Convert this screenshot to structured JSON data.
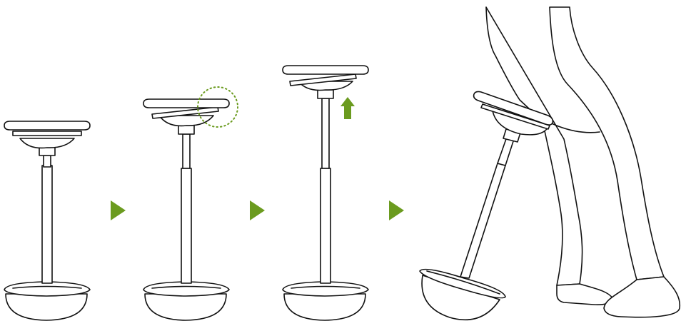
{
  "diagram": {
    "steps": [
      {
        "id": 1,
        "state": "stool at rest"
      },
      {
        "id": 2,
        "state": "lever under seat highlighted"
      },
      {
        "id": 3,
        "state": "seat raised"
      },
      {
        "id": 4,
        "state": "person perching, stool tilted"
      }
    ],
    "colors": {
      "accent": "#6b9b1f",
      "outline": "#111111",
      "background": "#ffffff"
    },
    "icons": {
      "step_arrow": "play-triangle-icon",
      "raise_arrow": "up-arrow-icon",
      "highlight": "dotted-circle-highlight"
    }
  }
}
